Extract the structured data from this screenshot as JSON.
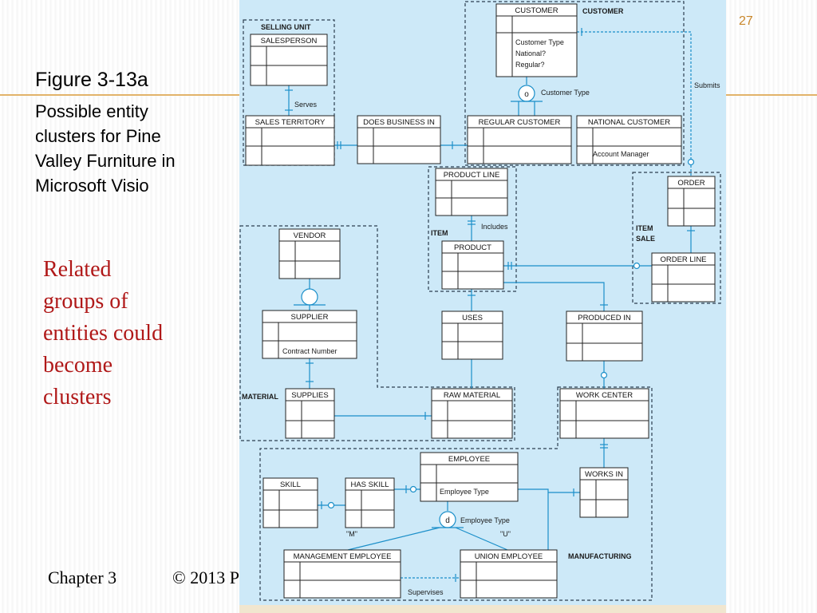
{
  "slide": {
    "number": "27",
    "figure_title": "Figure 3-13a",
    "figure_caption": "Possible entity\nclusters for Pine\nValley Furniture in\nMicrosoft Visio",
    "note": "Related\ngroups of\nentities could\nbecome\nclusters",
    "chapter": "Chapter 3",
    "copyright": "© 2013 P"
  },
  "diagram": {
    "clusters": {
      "selling_unit": "SELLING UNIT",
      "customer": "CUSTOMER",
      "item": "ITEM",
      "item_sale_1": "ITEM",
      "item_sale_2": "SALE",
      "material": "MATERIAL",
      "manufacturing": "MANUFACTURING"
    },
    "entities": {
      "customer": "CUSTOMER",
      "salesperson": "SALESPERSON",
      "sales_territory": "SALES TERRITORY",
      "does_business_in": "DOES BUSINESS IN",
      "regular_customer": "REGULAR CUSTOMER",
      "national_customer": "NATIONAL CUSTOMER",
      "product_line": "PRODUCT LINE",
      "order": "ORDER",
      "vendor": "VENDOR",
      "product": "PRODUCT",
      "order_line": "ORDER LINE",
      "supplier": "SUPPLIER",
      "uses": "USES",
      "produced_in": "PRODUCED IN",
      "supplies": "SUPPLIES",
      "raw_material": "RAW MATERIAL",
      "work_center": "WORK CENTER",
      "employee": "EMPLOYEE",
      "skill": "SKILL",
      "has_skill": "HAS SKILL",
      "works_in": "WORKS IN",
      "management_employee": "MANAGEMENT EMPLOYEE",
      "union_employee": "UNION EMPLOYEE"
    },
    "attributes": {
      "customer_type": "Customer Type",
      "national_q": "National?",
      "regular_q": "Regular?",
      "account_manager": "Account Manager",
      "contract_number": "Contract Number",
      "employee_type": "Employee Type"
    },
    "relationships": {
      "serves": "Serves",
      "submits": "Submits",
      "includes": "Includes",
      "supervises": "Supervises"
    },
    "subtypes": {
      "customer_symbol": "o",
      "customer_discriminator": "Customer Type",
      "employee_symbol": "d",
      "employee_discriminator": "Employee Type",
      "m_label": "\"M\"",
      "u_label": "\"U\""
    },
    "colors": {
      "background": "#cde9f8",
      "entity_fill": "#ffffff",
      "line": "#1b8fc9",
      "cluster_border": "#2c3e50"
    }
  }
}
